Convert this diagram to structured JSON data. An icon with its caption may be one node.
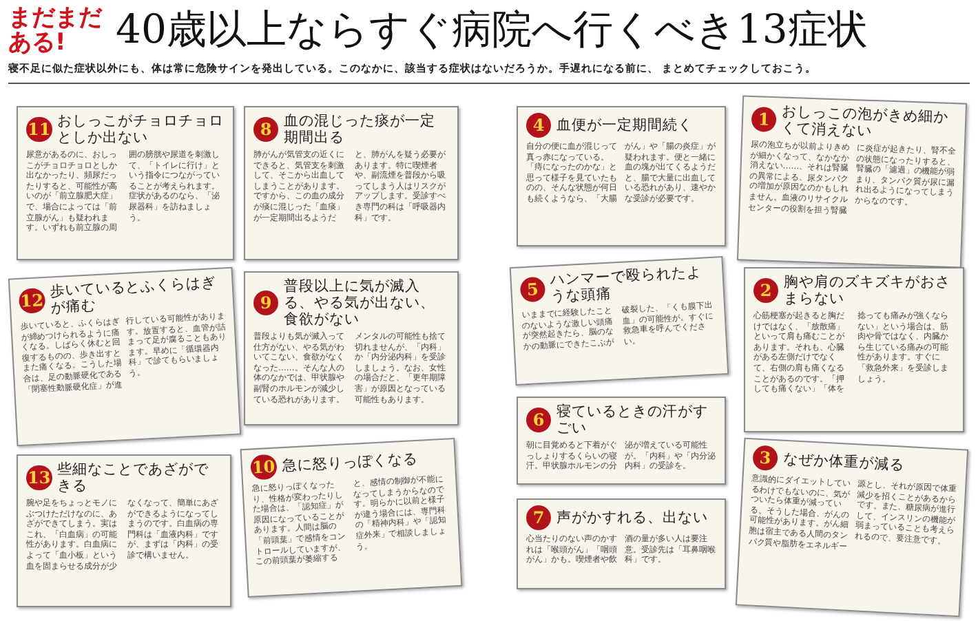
{
  "diagram": {
    "title": "40歳以上ならすぐ病院へ行くべき13症状",
    "nodes": [
      {
        "text": [
          "11",
          "おしっこがチョロチョロとしか出ない",
          "尿意があるのに、おしっこがチョロチョロとしか出なかったり、頻尿だったりすると、可能性が高いのが「前立腺肥大症」で、場合によっては「前立腺がん」も疑われます。いずれも前立腺の周囲の膀胱や尿道を刺激して、「トイレに行け」という指令につながっていることが考えられます。症状があるのなら、「泌尿器科」を訪ねましょう。"
        ]
      },
      {
        "text": [
          "8",
          "血の混じった痰が一定期間出る",
          "肺がんが気管支の近くにできると、気管支を刺激して、そこから出血してしまうことがあります。ですから、この血の成分が痰に混じった「血痰」が一定期間出るようだと、肺がんを疑う必要があります。特に喫煙者や、副流煙を普段から吸ってしまう人はリスクがアップします。受診すべき専門の科は「呼吸器内科」です。"
        ]
      },
      {
        "text": [
          "4",
          "血便が一定期間続く",
          "自分の便に血が混じって真っ赤になっている。「痔になったのかな」と思って様子を見ていたものの、そんな状態が何日も続くようなら、「大腸がん」や「腸の炎症」が疑われます。便と一緒に血の塊が出てくるようだと、腸で大量に出血している恐れがあり、速やかな受診が必要です。"
        ]
      },
      {
        "text": [
          "1",
          "おしっこの泡がきめ細かくて消えない",
          "尿の泡立ちが以前よりきめが細かくなって、なかなか消えない……、それは腎臓の異常による、尿タンパクの増加が原因なのかもしれません。血液のリサイクルセンターの役割を担う腎臓に炎症が起きたり、腎不全の状態になったりすると、腎臓の「濾過」の機能が弱まり、タンパク質が尿に漏れ出るようになってしまうからなのです。"
        ]
      },
      {
        "text": [
          "12",
          "歩いているとふくらはぎが痛む",
          "歩いていると、ふくらはぎが締めつけられるように痛くなる。しばらく休むと回復するものの、歩き出すとまた痛くなる。こうした場合は、足の動脈硬化である「閉塞性動脈硬化症」が進行している可能性があります。放置すると、血管が詰まって足が腐ることもあります。早めに「循環器内科」で診てもらいましょう。"
        ]
      },
      {
        "text": [
          "9",
          "普段以上に気が滅入る、やる気が出ない、食欲がない",
          "普段よりも気が滅入って仕方がない、やる気がわいてこない、食欲がなくなった……。そんな人の体のなかでは、甲状腺や副腎のホルモンが減少している恐れがあります。メンタルの可能性も捨て切れませんが、「内科」か「内分泌内科」を受診しましょう。なお、女性の場合だと、「更年期障害」が原因となっている可能性もあります。"
        ]
      },
      {
        "text": [
          "5",
          "ハンマーで殴られたような頭痛",
          "いままでに経験したことのないような激しい頭痛が突然起きたら、脳のなかの動脈にできたこぶが破裂した、「くも膜下出血」の可能性が。すぐに救急車を呼んでください。"
        ]
      },
      {
        "text": [
          "2",
          "胸や肩のズキズキがおさまらない",
          "心筋梗塞が起きると胸だけではなく、「放散痛」といって肩も痛むことがあります。それも、心臓がある左側だけでなくて、右側の肩も痛くなることがあるのです。「押しても痛くない」「体を捻っても痛みが強くならない」という場合は、筋肉や骨ではなく、内臓から生じている痛みの可能性があります。すぐに「救急外来」を受診しましょう。"
        ]
      },
      {
        "text": [
          "6",
          "寝ているときの汗がすごい",
          "朝に目覚めると下着がぐっしょりするくらいの寝汗。甲状腺ホルモンの分泌が増えている可能性が。「内科」や「内分泌内科」の受診を。"
        ]
      },
      {
        "text": [
          "13",
          "些細なことであざができる",
          "腕や足をちょっとモノにぶつけただけなのに、あざができてしまう。実はこれ、「白血病」の可能性があります。白血病によって「血小板」という血を固まらせる成分が少なくなって、簡単にあざができるようになってしまうのです。白血病の専門科は「血液内科」ですが、まずは「内科」の受診で構いません。"
        ]
      },
      {
        "text": [
          "10",
          "急に怒りっぽくなる",
          "急に怒りっぽくなったり、性格が変わったりした場合は、「認知症」が原因になっていることがあります。人間は脳の「前頭葉」で感情をコントロールしていますが、この前頭葉が萎縮すると、感情の制御が不能になってしまうからなのです。明らかに以前と様子が違う場合には、専門科の「精神内科」や「認知症外来」で相談しましょう。"
        ]
      },
      {
        "text": [
          "7",
          "声がかすれる、出ない",
          "心当たりのない声のかすれは「喉頭がん」「咽頭がん」かも。喫煙者や飲酒の量が多い人は要注意。受診先は「耳鼻咽喉科」です。"
        ]
      },
      {
        "text": [
          "3",
          "なぜか体重が減る",
          "意識的にダイエットしているわけでもないのに、気がついたら体重が減っている。そうした場合、がんの可能性があります。がん細胞は宿主である人間のタンパク質や脂肪をエネルギー源とし、それが原因で体重減少を招くことがあるからです。また、糖尿病が進行して、インスリンの機能が弱まっていることも考えられるので、要注意です。"
        ]
      }
    ],
    "labels": [
      "まだまだある!",
      "寝不足に似た症状以外にも、体は常に危険サインを発出している。このなかに、該当する症状はないだろうか。手遅れになる前に、 まとめてチェックしておこう。"
    ]
  }
}
